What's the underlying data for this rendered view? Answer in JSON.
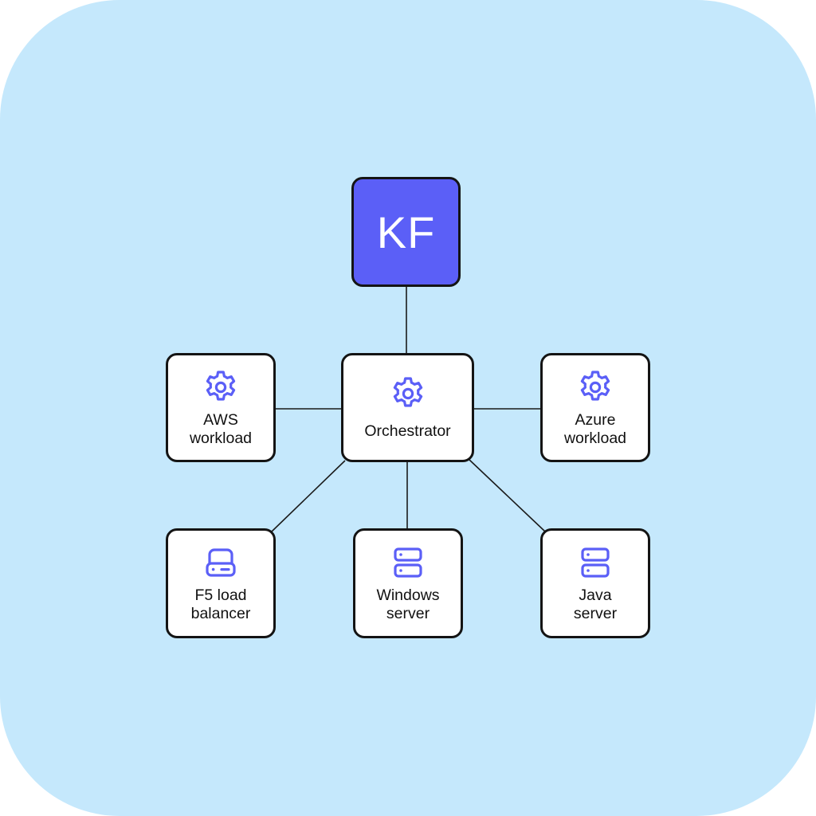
{
  "colors": {
    "background": "#c5e8fc",
    "accent": "#5b5ff7",
    "border": "#141414"
  },
  "root": {
    "label": "KF"
  },
  "hub": {
    "label": "Orchestrator",
    "icon": "gear-icon"
  },
  "nodes": [
    {
      "id": "aws",
      "label_line1": "AWS",
      "label_line2": "workload",
      "icon": "gear-icon"
    },
    {
      "id": "azure",
      "label_line1": "Azure",
      "label_line2": "workload",
      "icon": "gear-icon"
    },
    {
      "id": "f5",
      "label_line1": "F5 load",
      "label_line2": "balancer",
      "icon": "hard-drive-icon"
    },
    {
      "id": "windows",
      "label_line1": "Windows",
      "label_line2": "server",
      "icon": "server-icon"
    },
    {
      "id": "java",
      "label_line1": "Java",
      "label_line2": "server",
      "icon": "server-icon"
    }
  ],
  "edges": [
    [
      "KF",
      "Orchestrator"
    ],
    [
      "Orchestrator",
      "AWS workload"
    ],
    [
      "Orchestrator",
      "Azure workload"
    ],
    [
      "Orchestrator",
      "F5 load balancer"
    ],
    [
      "Orchestrator",
      "Windows server"
    ],
    [
      "Orchestrator",
      "Java server"
    ]
  ]
}
